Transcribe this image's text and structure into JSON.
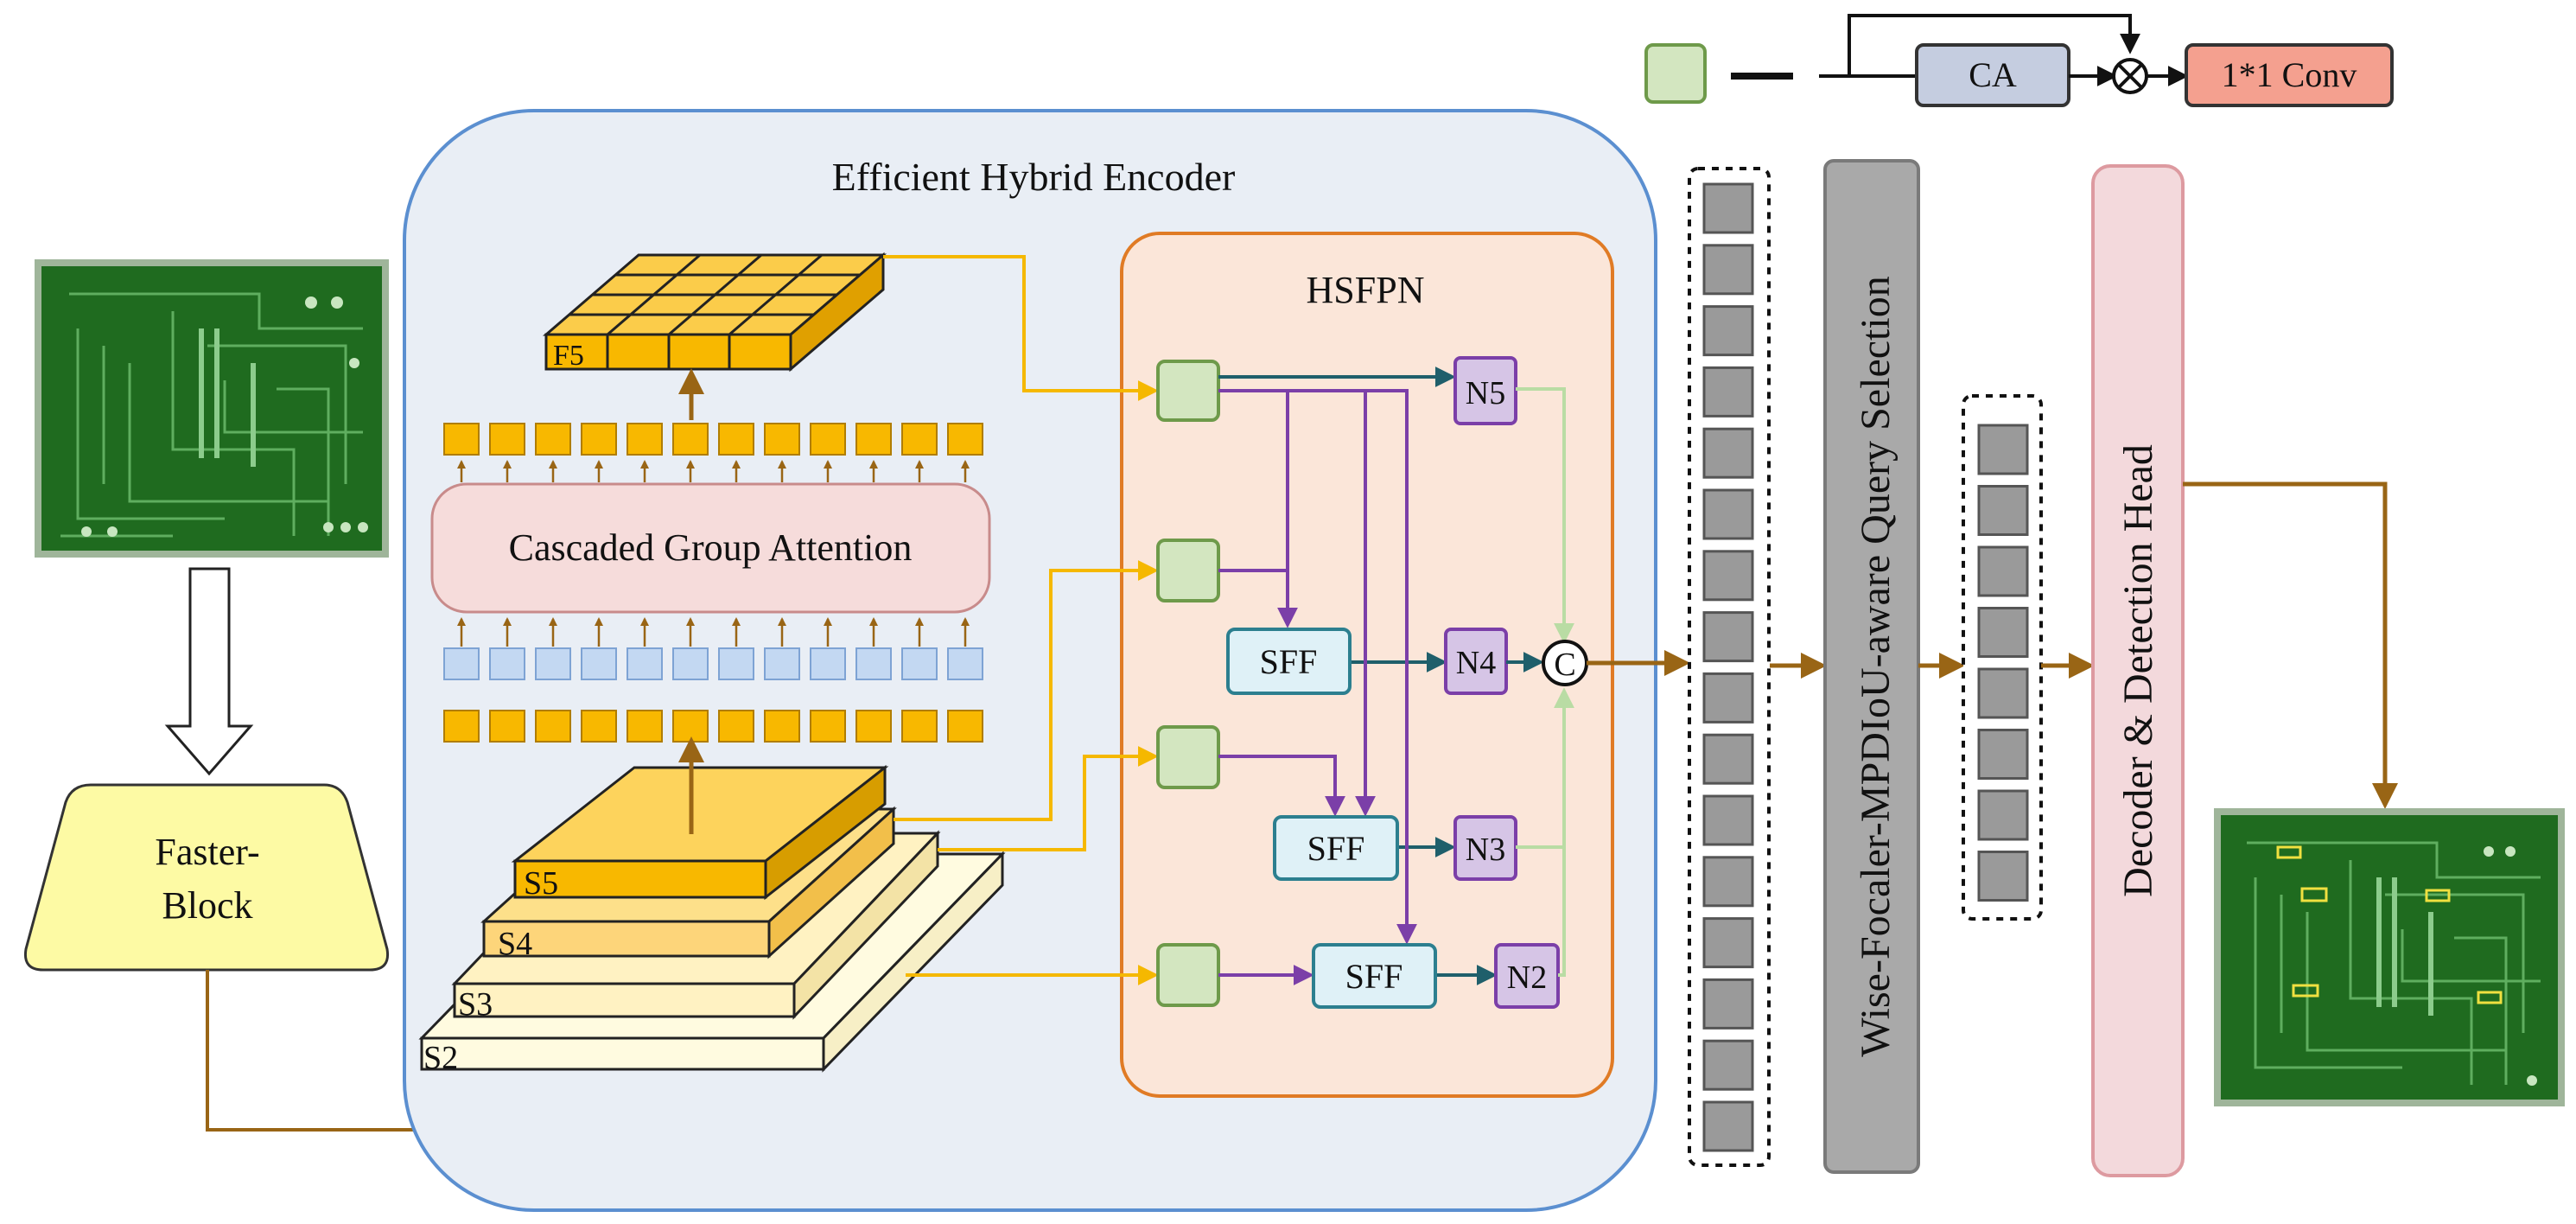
{
  "legend": {
    "ca_label": "CA",
    "conv_label": "1*1 Conv"
  },
  "encoder": {
    "title": "Efficient Hybrid Encoder",
    "cga_label": "Cascaded Group Attention",
    "f5_label": "F5",
    "stages": [
      "S2",
      "S3",
      "S4",
      "S5"
    ]
  },
  "hsfpn": {
    "title": "HSFPN",
    "sff_label": "SFF",
    "nodes": [
      "N5",
      "N4",
      "N3",
      "N2"
    ],
    "concat_label": "C"
  },
  "backbone": {
    "label_line1": "Faster-",
    "label_line2": "Block"
  },
  "query_selection_label": "Wise-Focaler-MPDIoU-aware Query Selection",
  "decoder_label": "Decoder & Detection Head",
  "colors": {
    "pcb_green": "#1f6b1f",
    "encoder_bg": "#e9eef5",
    "encoder_border": "#5b8fd0",
    "hsfpn_bg": "#fbe6d9",
    "hsfpn_border": "#e07b25",
    "green_block": "#d3e6c0",
    "purple_node": "#d6c5e6",
    "sff_bg": "#dff1f7",
    "ca_bg": "#c5cde0",
    "conv_bg": "#f4a08f",
    "decoder_bg": "#f3d9dc",
    "arrow_brown": "#996515",
    "arrow_gold": "#f5b800",
    "arrow_purple": "#7b3fa8",
    "arrow_teal": "#1f5f6b"
  }
}
